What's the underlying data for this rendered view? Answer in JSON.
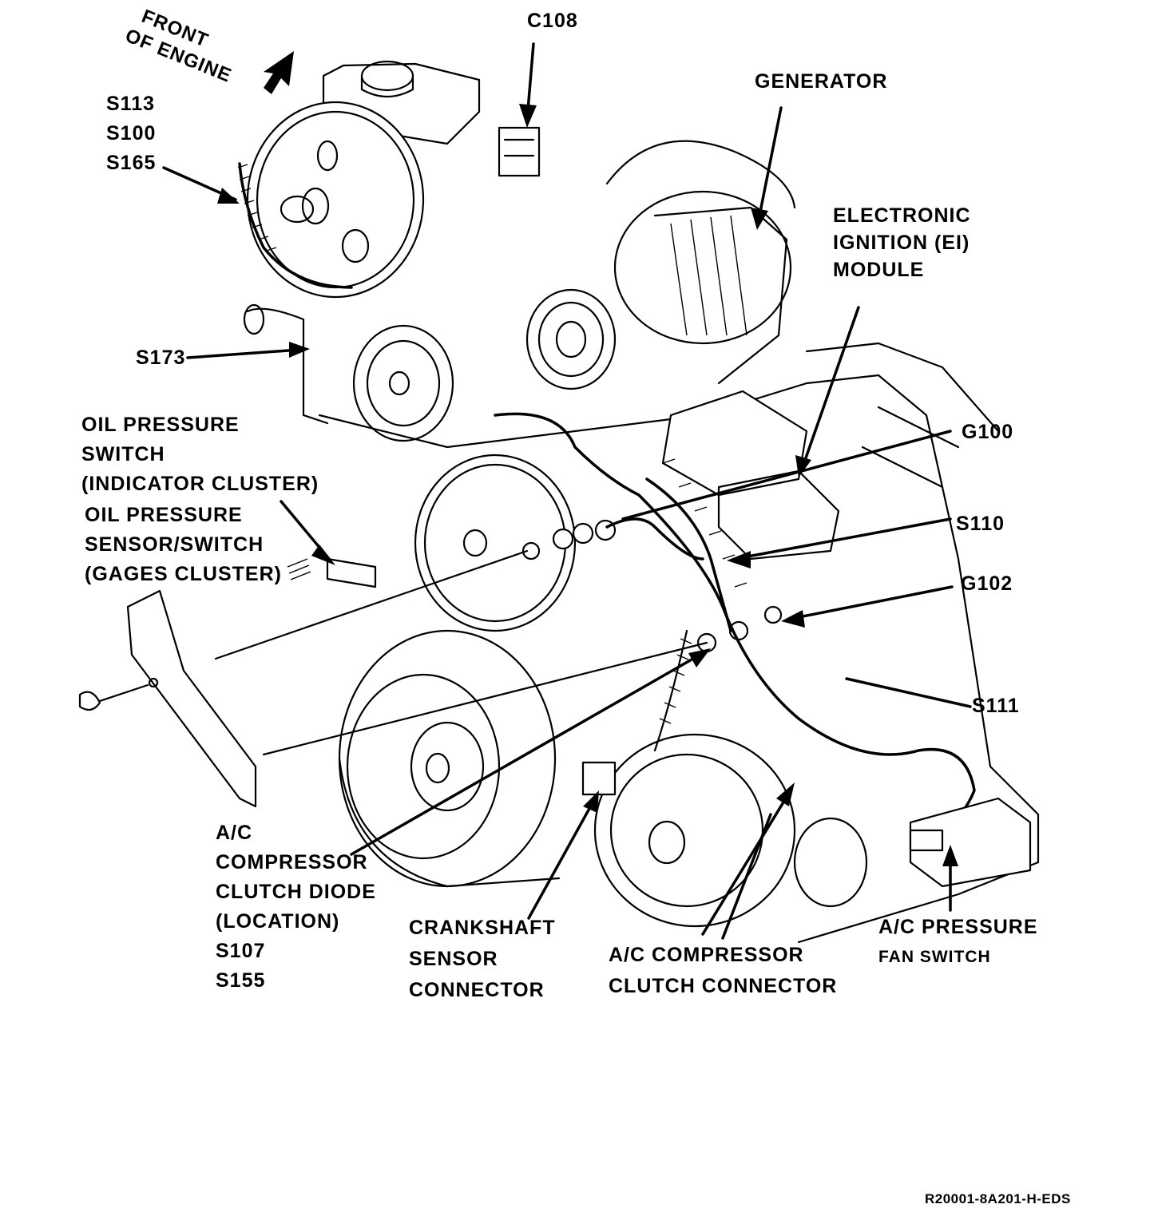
{
  "front_label": [
    "FRONT",
    "OF ENGINE"
  ],
  "labels": {
    "s113_group": [
      "S113",
      "S100",
      "S165"
    ],
    "c108": "C108",
    "generator": "GENERATOR",
    "ei_module": [
      "ELECTRONIC",
      "IGNITION (EI)",
      "MODULE"
    ],
    "s173": "S173",
    "oil_pressure_switch": [
      "OIL PRESSURE",
      "SWITCH",
      "(INDICATOR CLUSTER)"
    ],
    "oil_pressure_sensor": [
      "OIL PRESSURE",
      "SENSOR/SWITCH",
      "(GAGES CLUSTER)"
    ],
    "g100": "G100",
    "s110": "S110",
    "g102": "G102",
    "s111": "S111",
    "ac_clutch_diode": [
      "A/C",
      "COMPRESSOR",
      "CLUTCH DIODE",
      "(LOCATION)",
      "S107",
      "S155"
    ],
    "crankshaft_sensor": [
      "CRANKSHAFT",
      "SENSOR",
      "CONNECTOR"
    ],
    "ac_clutch_connector": [
      "A/C COMPRESSOR",
      "CLUTCH CONNECTOR"
    ],
    "ac_pressure_fan": [
      "A/C PRESSURE",
      "FAN SWITCH"
    ]
  },
  "drawing_code": "R20001-8A201-H-EDS"
}
